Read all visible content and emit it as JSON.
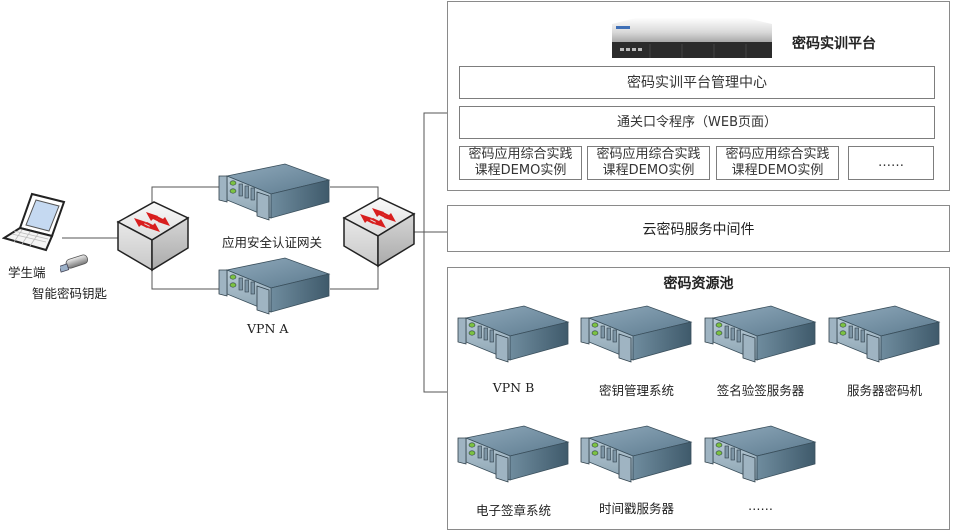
{
  "client": {
    "laptop_label": "学生端",
    "usb_key_label": "智能密码钥匙"
  },
  "gateways": {
    "top_label": "应用安全认证网关",
    "bottom_label": "VPN A"
  },
  "platform": {
    "title": "密码实训平台",
    "management_center": "密码实训平台管理中心",
    "passcode_program": "通关口令程序（WEB页面）",
    "demos": [
      {
        "line1": "密码应用综合实践",
        "line2": "课程DEMO实例"
      },
      {
        "line1": "密码应用综合实践",
        "line2": "课程DEMO实例"
      },
      {
        "line1": "密码应用综合实践",
        "line2": "课程DEMO实例"
      },
      {
        "line1": "……",
        "line2": ""
      }
    ]
  },
  "middleware": {
    "label": "云密码服务中间件"
  },
  "resource_pool": {
    "title": "密码资源池",
    "items": [
      {
        "label": "VPN B"
      },
      {
        "label": "密钥管理系统"
      },
      {
        "label": "签名验签服务器"
      },
      {
        "label": "服务器密码机"
      },
      {
        "label": "电子签章系统"
      },
      {
        "label": "时间戳服务器"
      },
      {
        "label": "……"
      }
    ]
  },
  "colors": {
    "arrow_red": "#d81e1e",
    "server_blue": "#6e8fa3",
    "led_green": "#7cc242",
    "border_gray": "#8a8a8a"
  }
}
